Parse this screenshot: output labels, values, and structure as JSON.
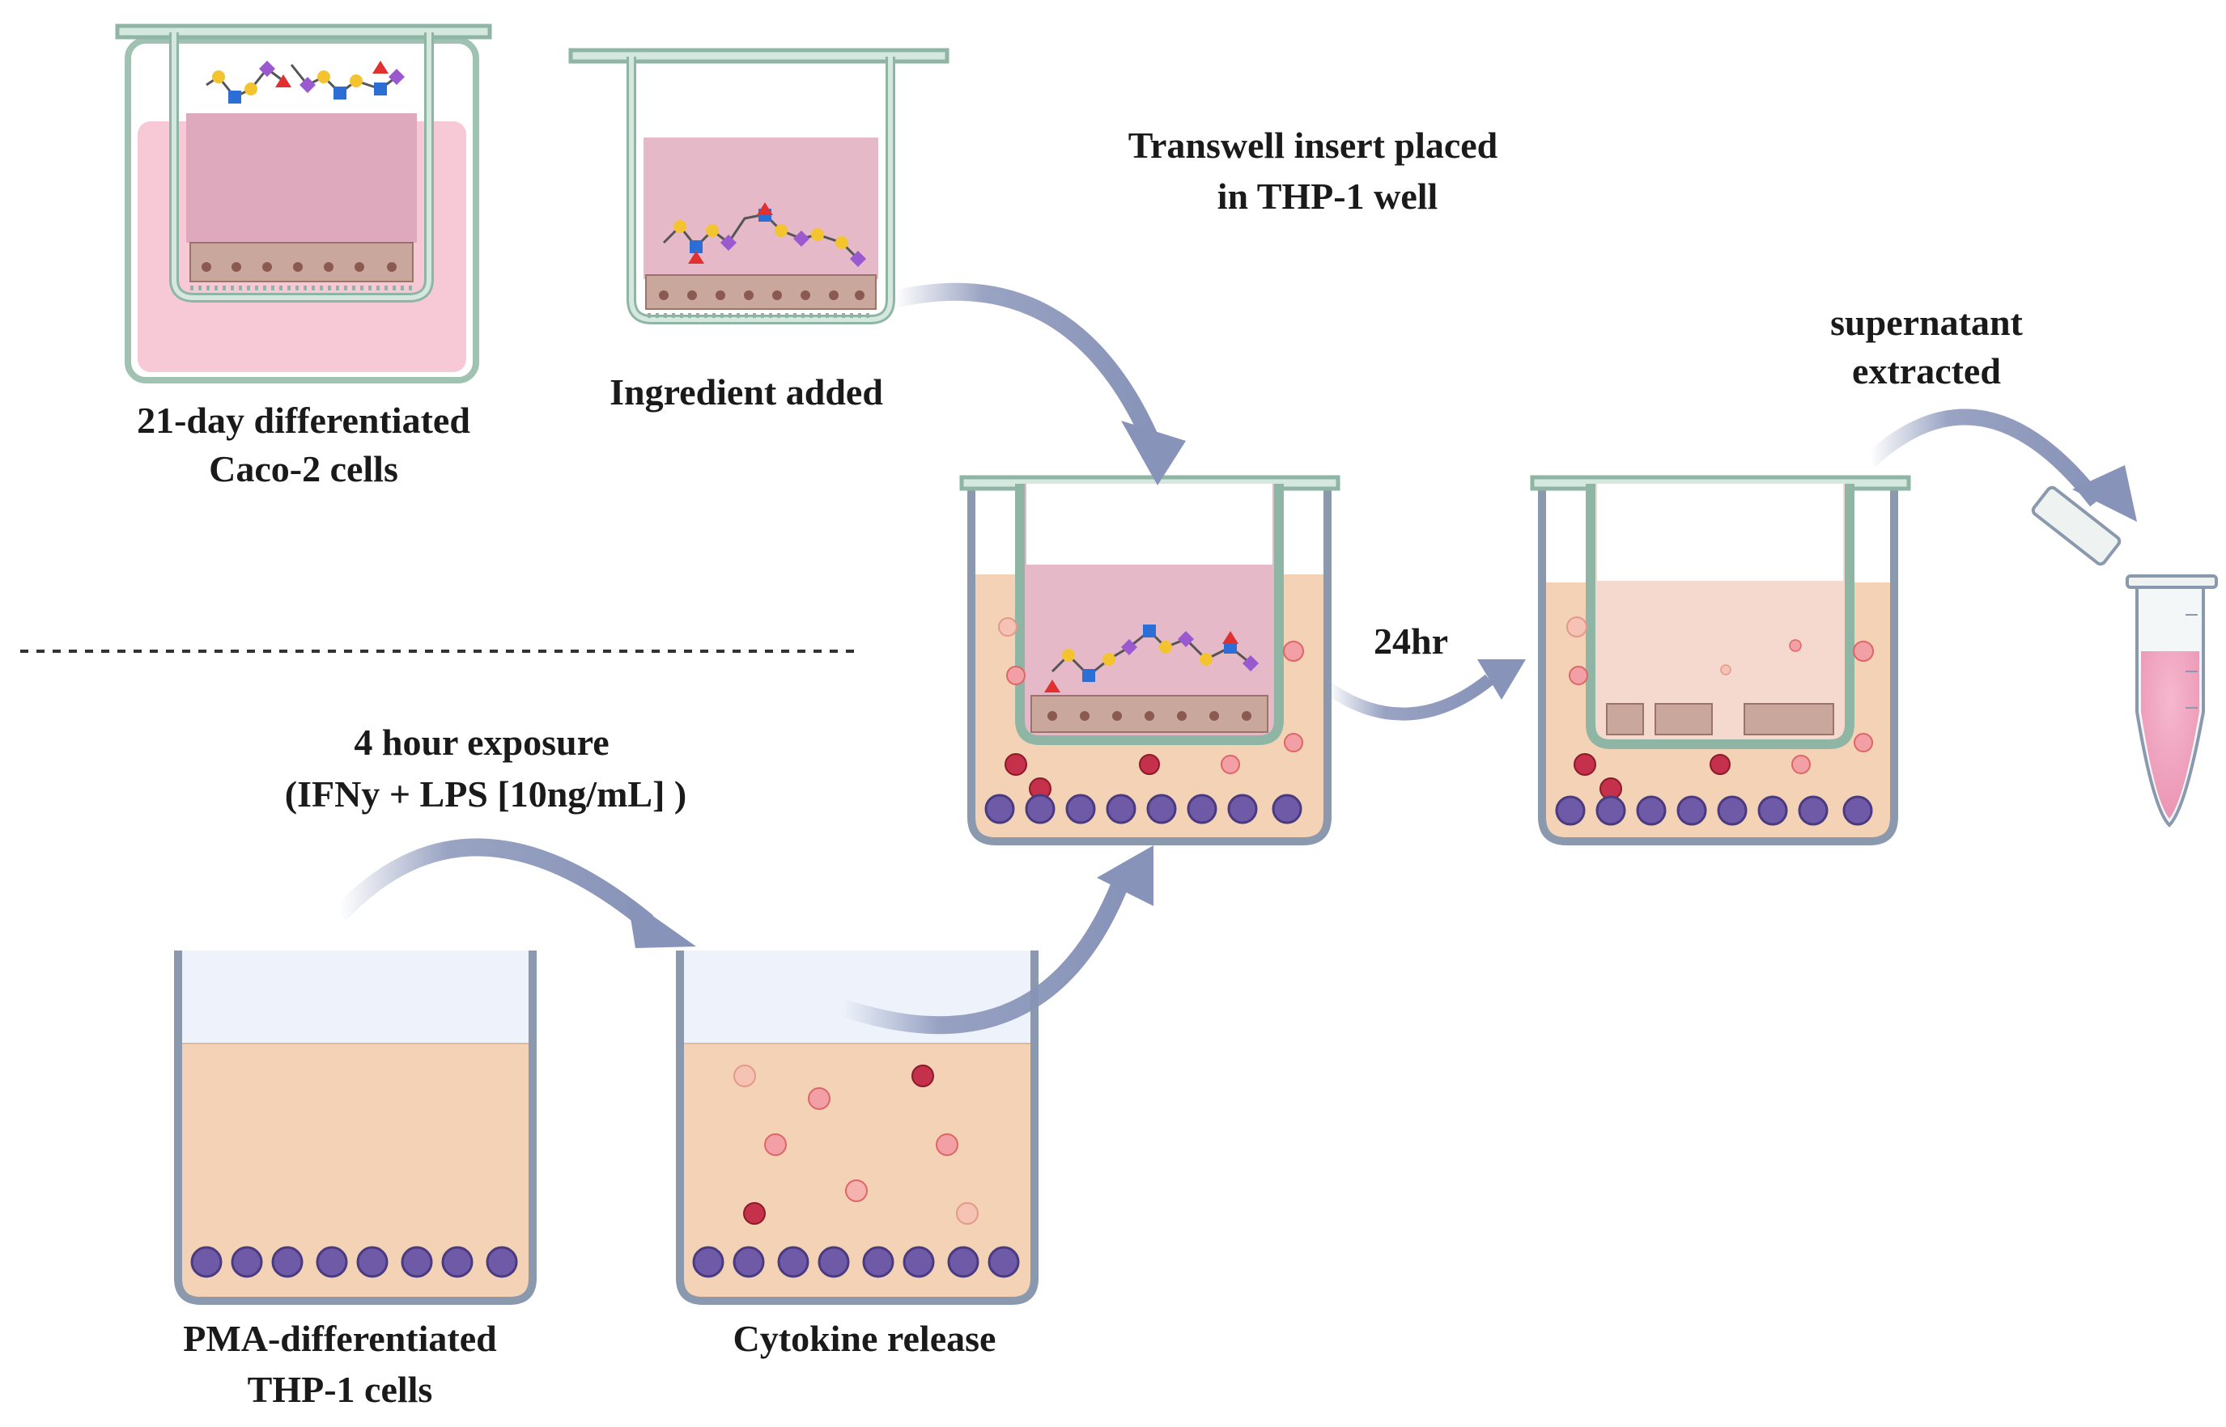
{
  "labels": {
    "caco2_line1": "21-day differentiated",
    "caco2_line2": "Caco-2 cells",
    "ingredient": "Ingredient added",
    "transwell_line1": "Transwell insert placed",
    "transwell_line2": "in  THP-1 well",
    "supernatant_line1": "supernatant",
    "supernatant_line2": "extracted",
    "time_24": "24hr",
    "exposure_line1": "4 hour exposure",
    "exposure_line2": "(IFNy + LPS [10ng/mL] )",
    "thp1_line1": "PMA-differentiated",
    "thp1_line2": "THP-1 cells",
    "cytokine": "Cytokine release"
  },
  "colors": {
    "wall": "#b7c5d6",
    "wall_stroke": "#8a99ae",
    "insert_wall": "#d4e8df",
    "insert_stroke": "#8fb6a4",
    "pink_medium": "#f7c9d7",
    "insert_medium": "#dfb1c0",
    "peach_medium": "#f3d2b6",
    "arrow": "#8793b8",
    "macrophage": "#6f5aa8",
    "cytokine_dark": "#c5304a",
    "cytokine_light": "#f2a0a6"
  }
}
